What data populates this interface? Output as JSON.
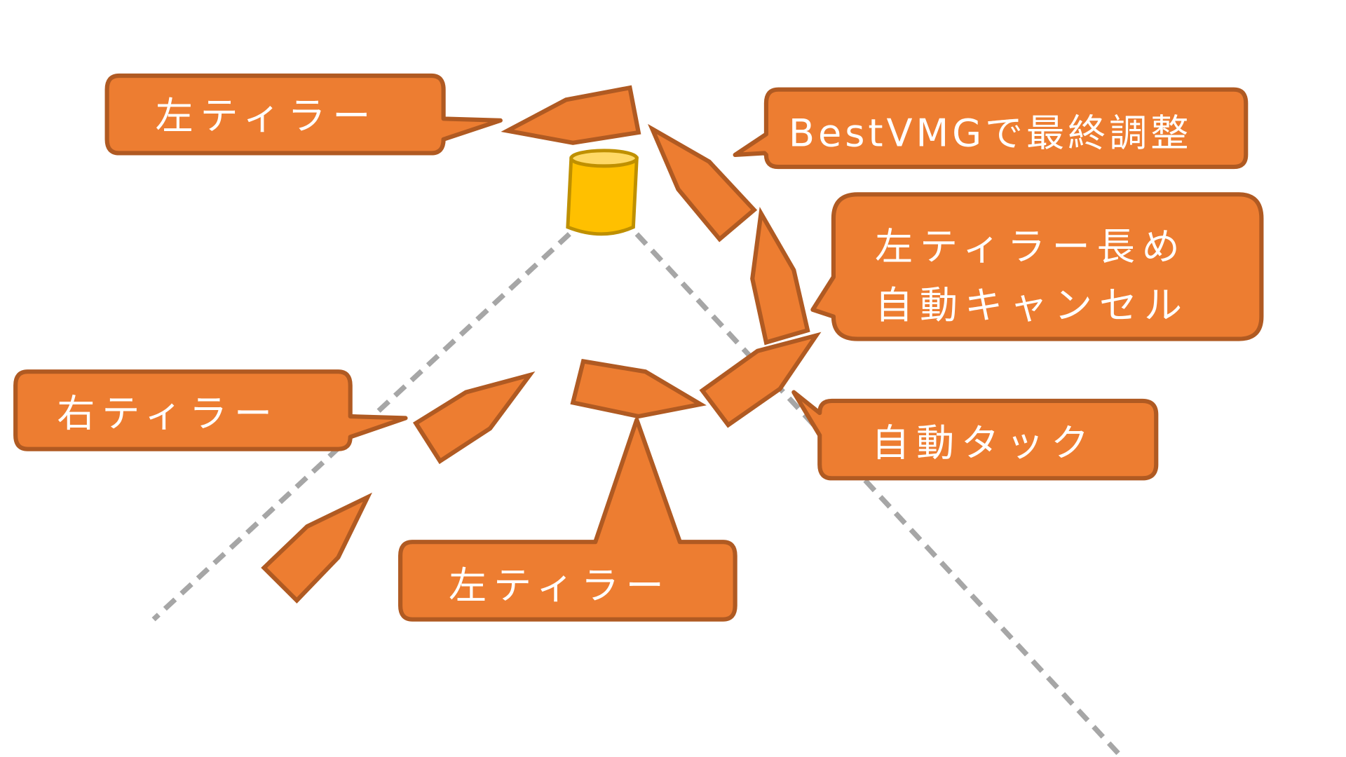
{
  "diagram": {
    "title": "",
    "colors": {
      "boat_fill": "#ED7D31",
      "boat_stroke": "#B05A22",
      "mark_fill": "#FFC000",
      "mark_top": "#FFD966",
      "layline": "#A6A6A6",
      "text": "#FFFFFF"
    },
    "callouts": [
      {
        "id": "top-left",
        "text": "左ティラー"
      },
      {
        "id": "top-right",
        "text": "BestVMGで最終調整"
      },
      {
        "id": "right-mid-1",
        "text": "左ティラー長め"
      },
      {
        "id": "right-mid-2",
        "text": "自動キャンセル"
      },
      {
        "id": "left-mid",
        "text": "右ティラー"
      },
      {
        "id": "right-low",
        "text": "自動タック"
      },
      {
        "id": "bottom",
        "text": "左ティラー"
      }
    ],
    "elements": {
      "mark": "windward-mark-buoy",
      "laylines": [
        "port-layline",
        "starboard-layline"
      ],
      "boats_count": 8
    }
  }
}
